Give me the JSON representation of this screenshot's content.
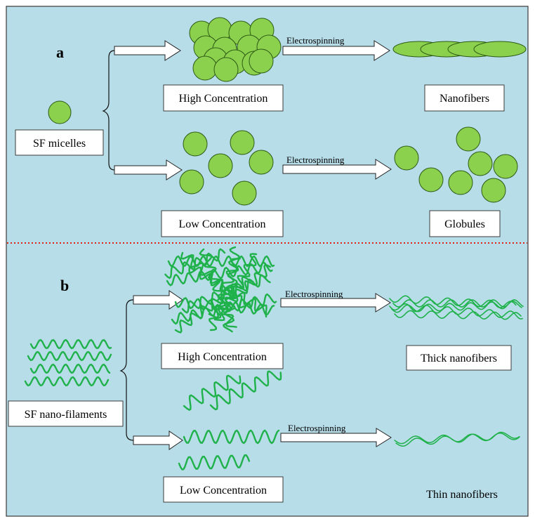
{
  "colors": {
    "background": "#b7dde8",
    "micelle_fill": "#8cd14e",
    "micelle_stroke": "#2c5a14",
    "filament": "#1fb14a",
    "divider": "#e0211a",
    "box_fill": "#ffffff",
    "border": "#3a3a3a"
  },
  "panel_a": {
    "letter": "a",
    "source": "SF micelles",
    "high_label": "High Concentration",
    "low_label": "Low Concentration",
    "process_high": "Electrospinning",
    "process_low": "Electrospinning",
    "result_high": "Nanofibers",
    "result_low": "Globules"
  },
  "panel_b": {
    "letter": "b",
    "source": "SF nano-filaments",
    "high_label": "High Concentration",
    "low_label": "Low Concentration",
    "process_high": "Electrospinning",
    "process_low": "Electrospinning",
    "result_high": "Thick nanofibers",
    "result_low": "Thin nanofibers"
  }
}
